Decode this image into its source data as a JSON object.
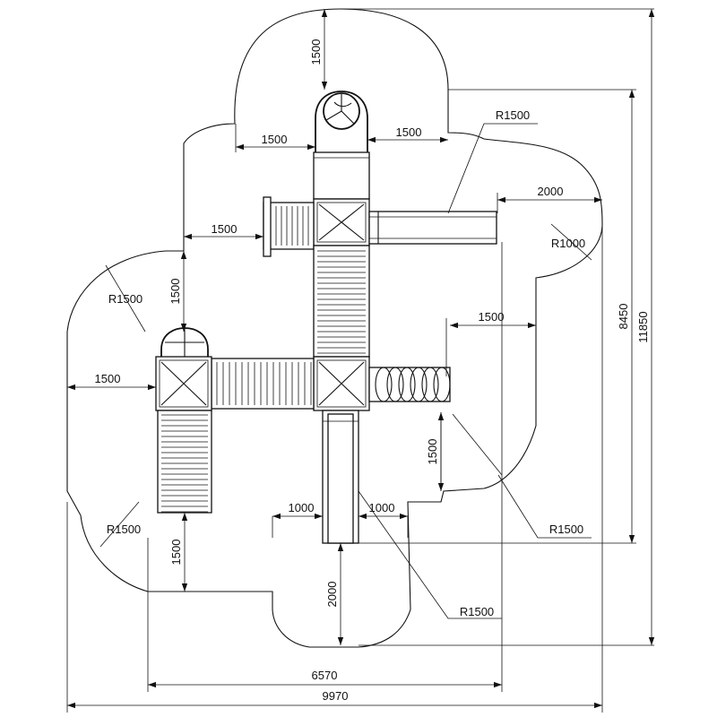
{
  "drawing": {
    "dims": {
      "top_clearance": "1500",
      "tower_left_gap": "1500",
      "tower_right_gap": "1500",
      "slide_end_gap": "2000",
      "ladder_left_gap": "1500",
      "left_vertical_gap": "1500",
      "tube_right_gap": "1500",
      "far_left_gap": "1500",
      "right_vertical_gap": "1500",
      "bottom_left_gap": "1500",
      "slide_left_gap": "1000",
      "slide_right_gap": "1000",
      "slide_bottom_gap": "2000",
      "inner_width": "6570",
      "overall_width": "9970",
      "inner_height": "8450",
      "overall_height": "11850"
    },
    "radii": {
      "top_right": "R1500",
      "right_corner": "R1000",
      "left_upper": "R1500",
      "right_lower": "R1500",
      "left_lower": "R1500",
      "bottom": "R1500"
    }
  }
}
